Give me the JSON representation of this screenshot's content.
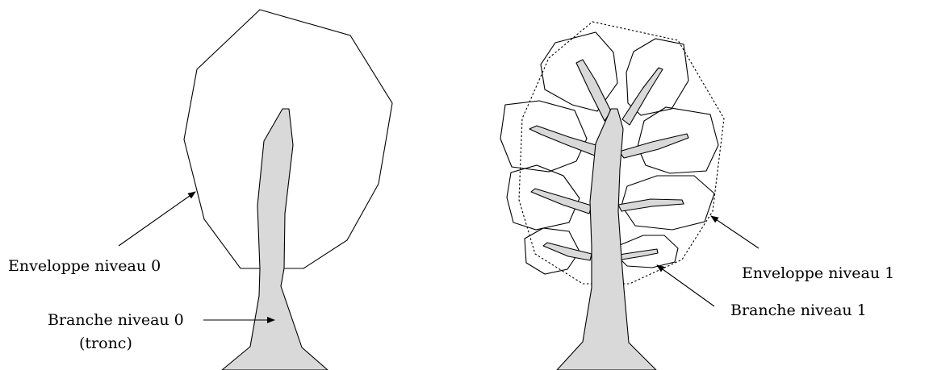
{
  "labels": {
    "envelope_level_0": "Enveloppe niveau 0",
    "branch_level_0": "Branche niveau 0",
    "branch_level_0_sub": "(tronc)",
    "envelope_level_1": "Enveloppe niveau 1",
    "branch_level_1": "Branche niveau 1"
  },
  "colors": {
    "branch_fill": "#d9d9d9",
    "stroke": "#000000",
    "background": "#ffffff"
  }
}
